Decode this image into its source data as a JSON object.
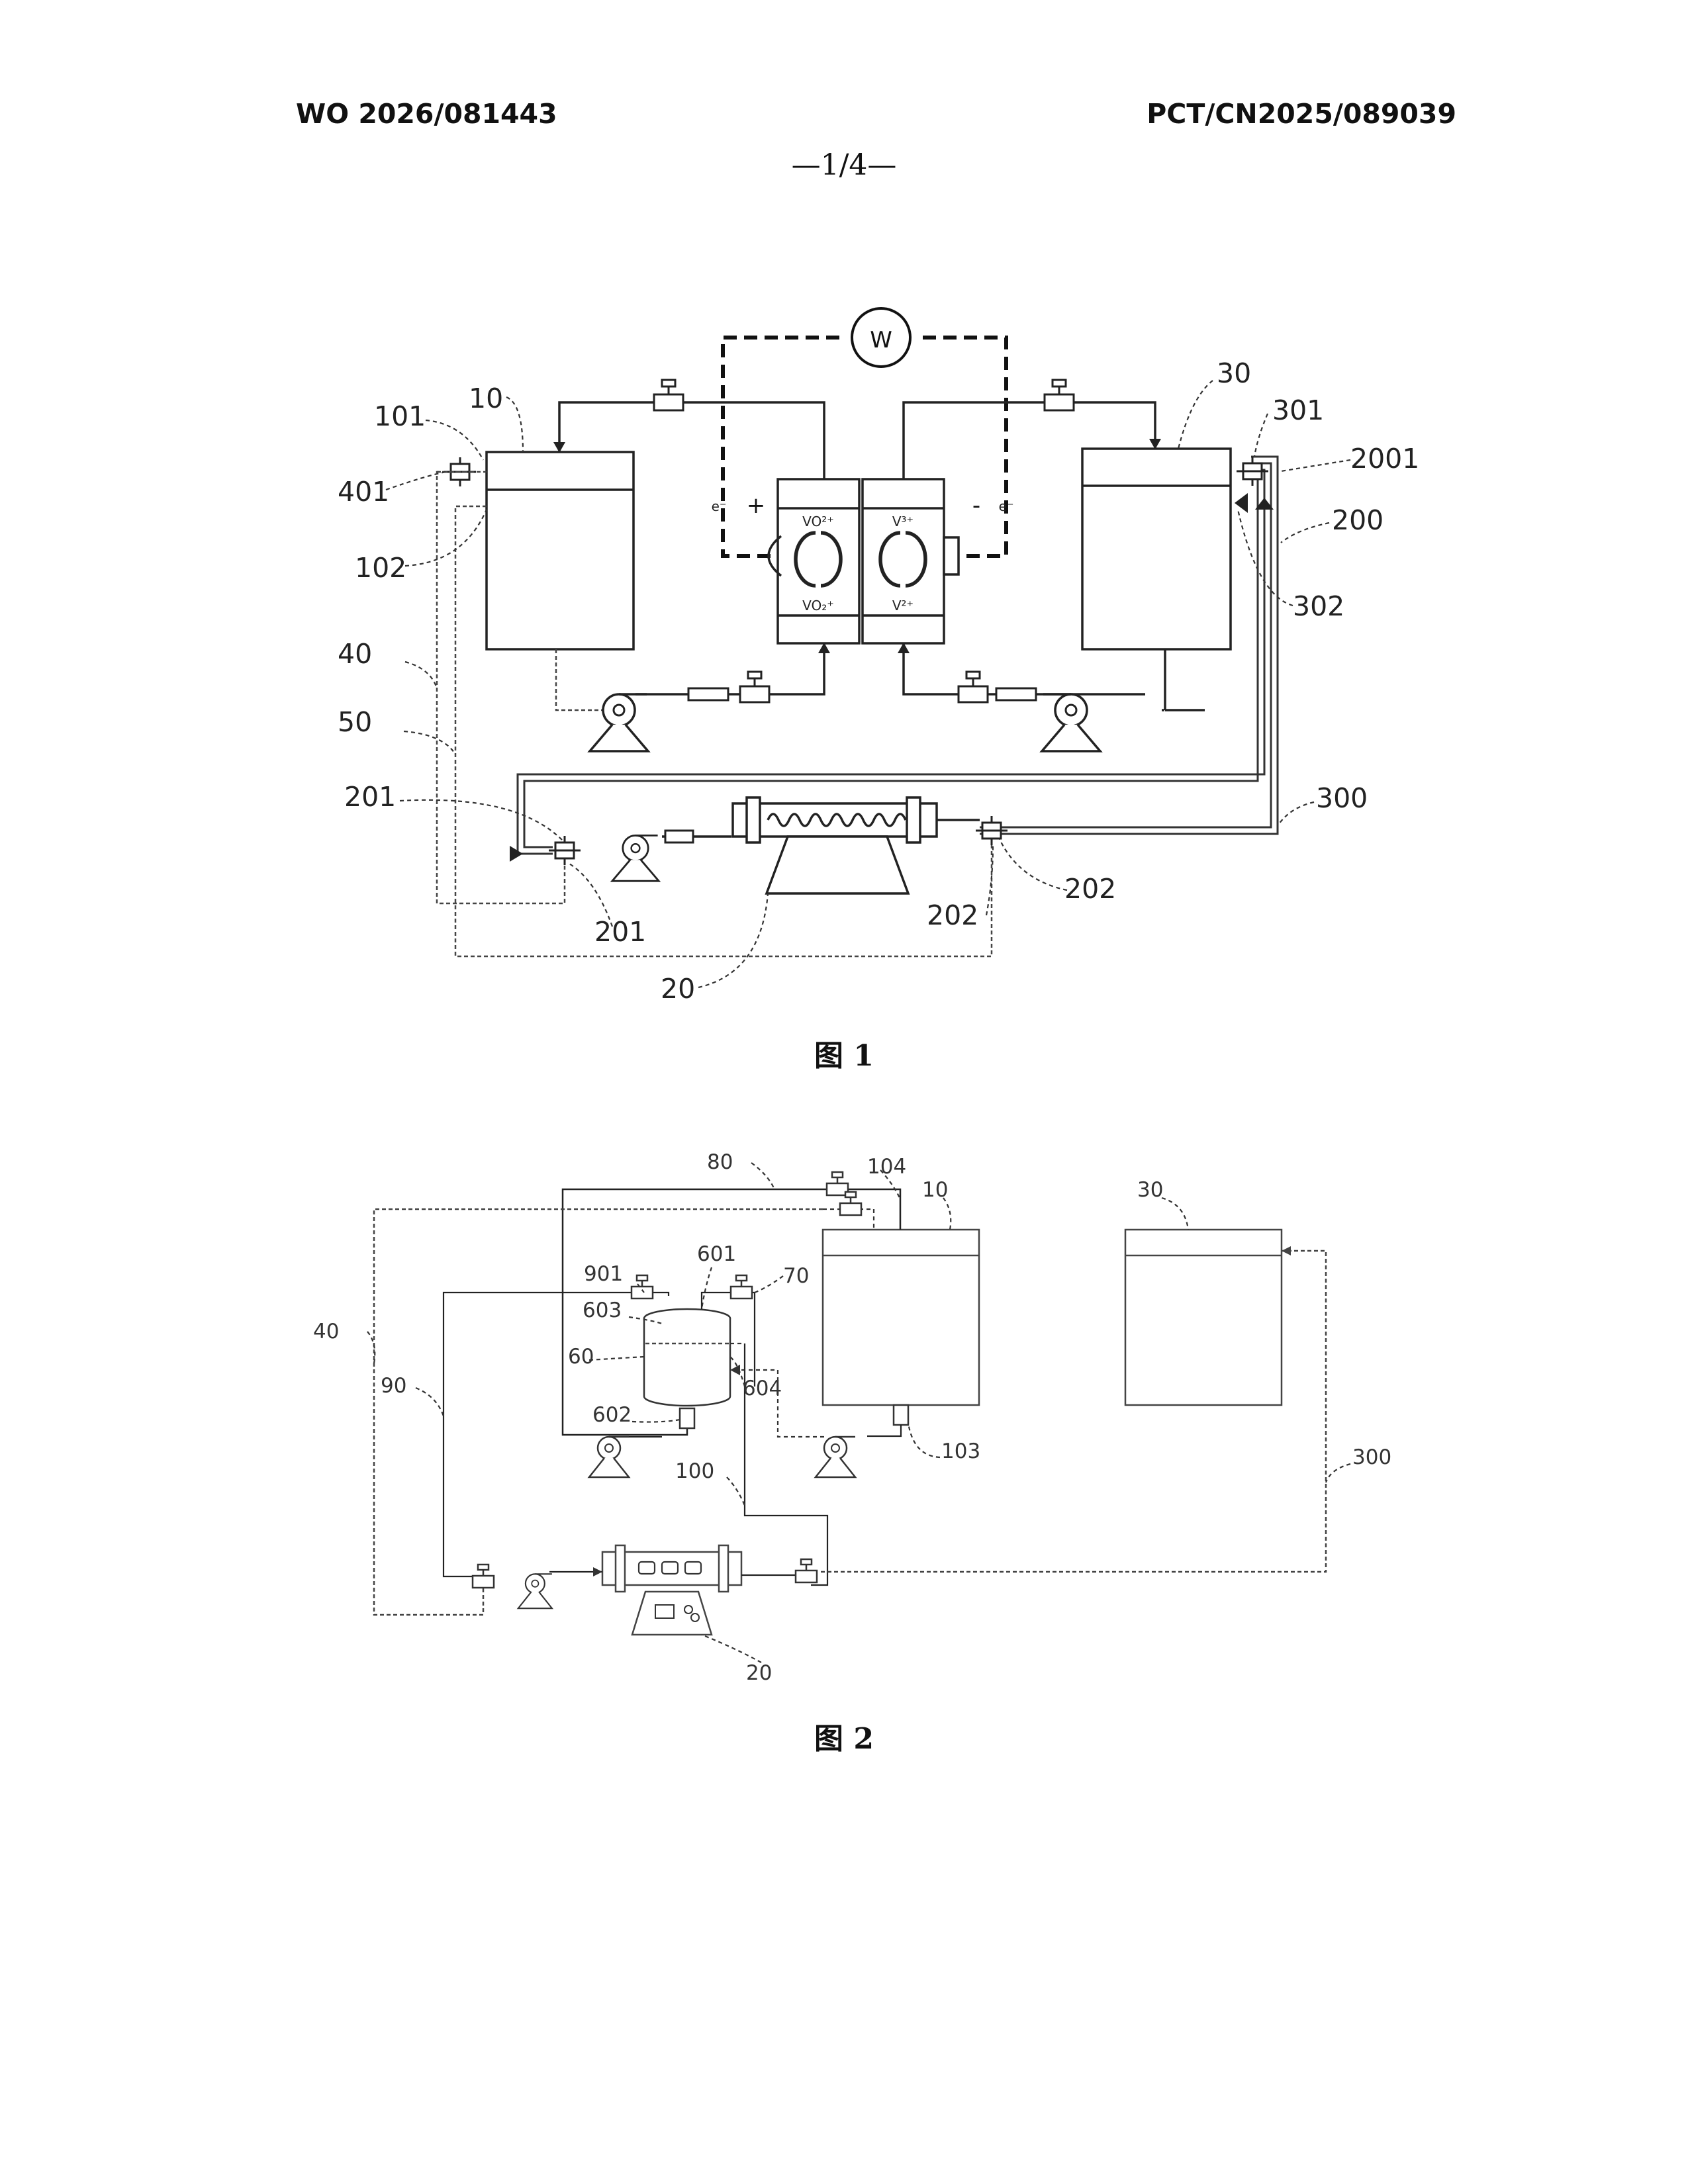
{
  "header": {
    "publication_number": "WO 2026/081443",
    "application_number": "PCT/CN2025/089039",
    "page_number": "—1/4—"
  },
  "figure1": {
    "caption": "图 1",
    "meter": "W",
    "cell": {
      "pos_terminal": "+",
      "neg_terminal": "-",
      "electron_pos": "e⁻",
      "electron_neg": "e⁻",
      "pos_top": "VO²⁺",
      "pos_bottom": "VO₂⁺",
      "neg_top": "V³⁺",
      "neg_bottom": "V²⁺"
    },
    "labels": {
      "l10": "10",
      "l30": "30",
      "l101": "101",
      "l401": "401",
      "l102": "102",
      "l301": "301",
      "l2001": "2001",
      "l200": "200",
      "l302": "302",
      "l40": "40",
      "l50": "50",
      "l201a": "201",
      "l201b": "201",
      "l300": "300",
      "l202a": "202",
      "l202b": "202",
      "l20": "20"
    }
  },
  "figure2": {
    "caption": "图 2",
    "labels": {
      "l80": "80",
      "l104": "104",
      "l10": "10",
      "l30": "30",
      "l901": "901",
      "l601": "601",
      "l70": "70",
      "l603": "603",
      "l40": "40",
      "l60": "60",
      "l604": "604",
      "l90": "90",
      "l602": "602",
      "l103": "103",
      "l100": "100",
      "l300": "300",
      "l20": "20"
    }
  }
}
